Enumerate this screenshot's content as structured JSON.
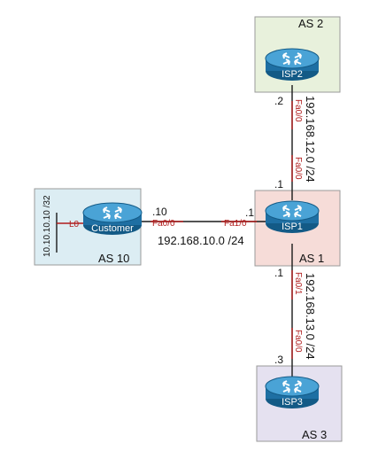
{
  "colors": {
    "as2_fill": "#e8f1dc",
    "as1_fill": "#f6dcd8",
    "as10_fill": "#dcedf3",
    "as3_fill": "#e5e1f0",
    "box_border": "#9a9a9a",
    "link": "#1a1a1a",
    "link_accent": "#b01c1c",
    "router_body": "#1e6fa3",
    "router_top": "#4aa3d6",
    "interface_text": "#b01c1c"
  },
  "as_boxes": {
    "as2": "AS 2",
    "as1": "AS 1",
    "as10": "AS 10",
    "as3": "AS 3"
  },
  "routers": {
    "isp2": "ISP2",
    "isp1": "ISP1",
    "customer": "Customer",
    "isp3": "ISP3"
  },
  "interfaces": {
    "isp2_fa00": "Fa0/0",
    "isp1_fa00": "Fa0/0",
    "isp1_fa10": "Fa1/0",
    "isp1_fa01": "Fa0/1",
    "customer_fa00": "Fa0/0",
    "customer_lo": "L0",
    "isp3_fa00": "Fa0/0"
  },
  "host_ids": {
    "isp2_top": ".2",
    "isp1_top": ".1",
    "isp1_left": ".1",
    "isp1_bottom": ".1",
    "customer": ".10",
    "isp3": ".3"
  },
  "networks": {
    "isp2_isp1": "192.168.12.0 /24",
    "customer_isp1": "192.168.10.0 /24",
    "isp1_isp3": "192.168.13.0 /24",
    "loopback": "10.10.10.10 /32"
  },
  "icons": {
    "router": "router-icon"
  }
}
